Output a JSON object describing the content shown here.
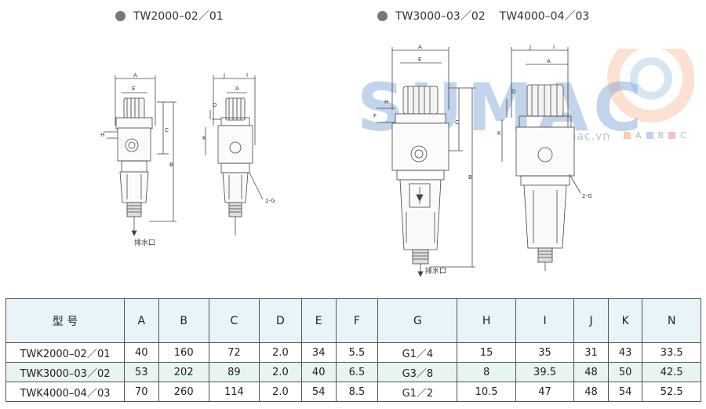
{
  "headers": {
    "left": "TW2000–02／01",
    "right_a": "TW3000–03／02",
    "right_b": "TW4000–04／03"
  },
  "watermark": {
    "brand": "SUMAC",
    "site": "www.sumac.vn",
    "abc": [
      "A",
      "B",
      "C"
    ]
  },
  "drawing_labels": {
    "A": "A",
    "B": "B",
    "C": "C",
    "D": "D",
    "E": "E",
    "F": "F",
    "H": "H",
    "I": "I",
    "J": "J",
    "K": "K",
    "port": "2-G",
    "drain": "排水口"
  },
  "table": {
    "headers": [
      "型 号",
      "A",
      "B",
      "C",
      "D",
      "E",
      "F",
      "G",
      "H",
      "I",
      "J",
      "K",
      "N"
    ],
    "rows": [
      [
        "TWK2000–02／01",
        "40",
        "160",
        "72",
        "2.0",
        "34",
        "5.5",
        "G1／4",
        "15",
        "35",
        "31",
        "43",
        "33.5"
      ],
      [
        "TWK3000–03／02",
        "53",
        "202",
        "89",
        "2.0",
        "40",
        "6.5",
        "G3／8",
        "8",
        "39.5",
        "48",
        "50",
        "42.5"
      ],
      [
        "TWK4000–04／03",
        "70",
        "260",
        "114",
        "2.0",
        "54",
        "8.5",
        "G1／2",
        "10.5",
        "47",
        "48",
        "54",
        "52.5"
      ]
    ]
  },
  "colors": {
    "header_bg": "#e8f4fa",
    "alt_row_bg": "#e8f4f1",
    "dot": "#777777"
  }
}
